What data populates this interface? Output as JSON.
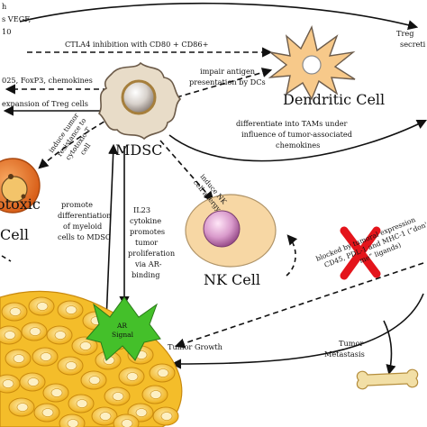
{
  "cells": {
    "mdsc": "MDSC",
    "dendritic": "Dendritic Cell",
    "nk": "NK Cell",
    "cytotoxic": "otoxic",
    "cytotoxic_line2": "Cell"
  },
  "edge_texts": {
    "top_left": [
      "h",
      "s VEGF,",
      "10"
    ],
    "ctla4": "CTLA4 inhibition with CD80 + CD86+",
    "foxp3": "025, FoxP3, chemokines",
    "expansion": "expansion of Treg cells",
    "impair": [
      "impair antigen",
      "presentation by DCs"
    ],
    "treg_right": [
      "Treg",
      "secreti"
    ],
    "tams": [
      "differentiate into TAMs under",
      "influence of tumor-associated",
      "chemokines"
    ],
    "tumor_resistance": [
      "induce tumor",
      "resistance to",
      "cytotoxic T",
      "cell"
    ],
    "nk_anergy": [
      "induce NK",
      "cell anergy"
    ],
    "promote_diff": [
      "promote",
      "differentiation",
      "of myeloid",
      "cells to MDSC"
    ],
    "il23": [
      "IL23",
      "cytokine",
      "promotes",
      "tumor",
      "proliferation",
      "via AR-",
      "binding"
    ],
    "blocked": [
      "blocked by tumoral expression",
      "CD45, PDL-1 and MHC-1 (“don'",
      "me” ligands)"
    ],
    "tumor_growth": "Tumor Growth",
    "metastasis": [
      "Tumor",
      "Metastasis"
    ],
    "ar_signal": [
      "AR",
      "Signal"
    ]
  },
  "colors": {
    "tumor_fill": "#f4bd2a",
    "tumor_stroke": "#c98a10",
    "ar_signal": "#44c02a",
    "block_cross": "#e4141b",
    "dendritic_fill": "#f7c98a",
    "mdsc_fill": "#e8dcc8",
    "nk_fill": "#f7d7a4",
    "cytotoxic_fill": "#e9782a"
  },
  "icons": [
    "mdsc-cell-icon",
    "dendritic-cell-icon",
    "nk-cell-icon",
    "cytotoxic-cell-icon",
    "tumor-mass-icon",
    "ar-signal-icon",
    "block-cross-icon",
    "bone-icon"
  ]
}
